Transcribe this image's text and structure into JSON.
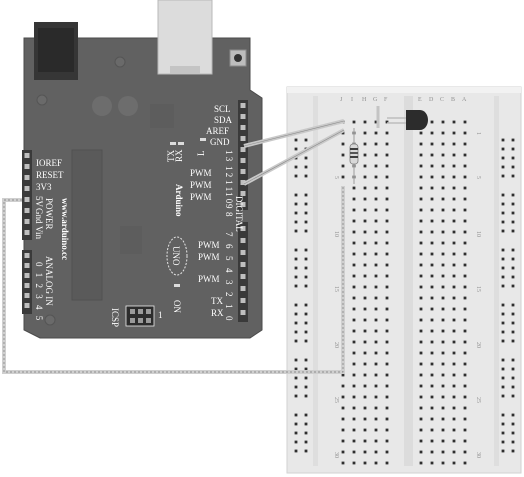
{
  "board": {
    "right_header_labels": [
      "SCL",
      "SDA",
      "AREF",
      "GND"
    ],
    "pin_numbers_top": [
      "1 3",
      "1 2",
      "1 1",
      "1 0"
    ],
    "tx_label": "TX",
    "rx_label": "RX",
    "l_label": "L",
    "pwm_label": "PWM",
    "brand_vertical": "Arduino",
    "digital_label": "DIGITAL",
    "pin_numbers_mid": [
      "7",
      "6",
      "5",
      "4",
      "3",
      "2",
      "1",
      "0"
    ],
    "uno_label": "UNO",
    "on_label": "ON",
    "icsp_label": "ICSP",
    "icsp_number": "1",
    "tx_pin_label": "TX",
    "rx_pin_label": "RX",
    "left_header_labels": [
      "IOREF",
      "RESET",
      "3V3",
      "5V",
      "Gnd",
      "Vin"
    ],
    "power_label": "POWER",
    "analog_label": "ANALOG IN",
    "analog_numbers": "0 1 2 3 4 5",
    "url": "www.arduino.cc"
  },
  "breadboard": {
    "column_letters_left": [
      "J",
      "I",
      "H",
      "G",
      "F"
    ],
    "column_letters_right": [
      "E",
      "D",
      "C",
      "B",
      "A"
    ],
    "row_numbers": [
      "1",
      "5",
      "10",
      "15",
      "20",
      "25",
      "30"
    ]
  },
  "colors": {
    "board": "#616161",
    "board_dark": "#3a3a3a",
    "breadboard": "#e9e9e9",
    "hole": "#2d2d2d",
    "wire": "#c9c9c9"
  }
}
